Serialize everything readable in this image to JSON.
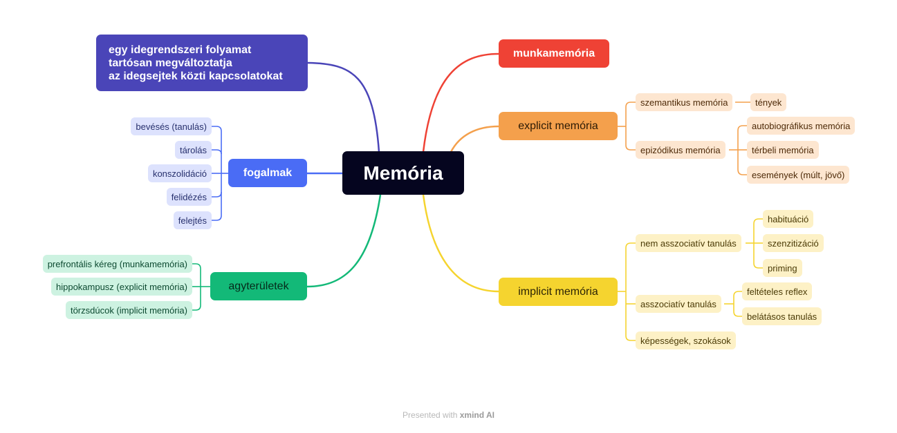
{
  "root": "Memória",
  "definition": "egy idegrendszeri folyamat\ntartósan megváltoztatja\naz idegsejtek közti kapcsolatokat",
  "munkamemoria": "munkamemória",
  "explicit": {
    "label": "explicit memória",
    "szemantikus": {
      "label": "szemantikus memória",
      "child": "tények"
    },
    "epizodikus": {
      "label": "epizódikus memória",
      "children": [
        "autobiográfikus memória",
        "térbeli memória",
        "események (múlt, jövő)"
      ]
    }
  },
  "implicit": {
    "label": "implicit memória",
    "nem_asszociativ": {
      "label": "nem asszociatív tanulás",
      "children": [
        "habituáció",
        "szenzitizáció",
        "priming"
      ]
    },
    "asszociativ": {
      "label": "asszociatív tanulás",
      "children": [
        "feltételes reflex",
        "belátásos tanulás"
      ]
    },
    "kepessegek": "képességek, szokások"
  },
  "fogalmak": {
    "label": "fogalmak",
    "children": [
      "bevésés (tanulás)",
      "tárolás",
      "konszolidáció",
      "felidézés",
      "felejtés"
    ]
  },
  "agyteruletek": {
    "label": "agyterületek",
    "children": [
      "prefrontális kéreg (munkamemória)",
      "hippokampusz (explicit memória)",
      "törzsdúcok (implicit memória)"
    ]
  },
  "footer": {
    "prefix": "Presented with",
    "brand": "xmind AI"
  },
  "colors": {
    "root": "#05051f",
    "definition": "#4a45b8",
    "munkamemoria": "#ef4235",
    "explicit": "#f4a04c",
    "implicit": "#f5d42f",
    "fogalmak": "#4a6cf5",
    "agyteruletek": "#13b978"
  }
}
